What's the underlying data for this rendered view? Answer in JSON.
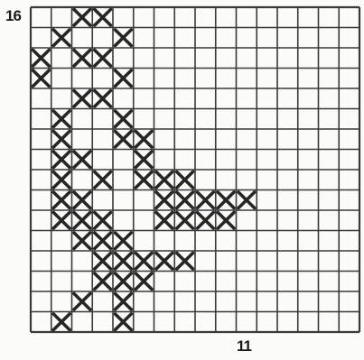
{
  "chart": {
    "row_count_label": "16",
    "column_count_label": "11",
    "columns": 16,
    "rows": 16,
    "stitch_color": "#262626",
    "grid_color": "#3a3a3a",
    "background_color": "#fbfbf8",
    "stitches": [
      [
        0,
        2
      ],
      [
        0,
        3
      ],
      [
        1,
        1
      ],
      [
        1,
        4
      ],
      [
        2,
        0
      ],
      [
        2,
        2
      ],
      [
        2,
        3
      ],
      [
        3,
        0
      ],
      [
        3,
        4
      ],
      [
        4,
        2
      ],
      [
        4,
        3
      ],
      [
        5,
        1
      ],
      [
        5,
        4
      ],
      [
        6,
        1
      ],
      [
        6,
        4
      ],
      [
        6,
        5
      ],
      [
        7,
        1
      ],
      [
        7,
        2
      ],
      [
        7,
        5
      ],
      [
        8,
        1
      ],
      [
        8,
        3
      ],
      [
        8,
        5
      ],
      [
        8,
        6
      ],
      [
        8,
        7
      ],
      [
        9,
        1
      ],
      [
        9,
        2
      ],
      [
        9,
        6
      ],
      [
        9,
        7
      ],
      [
        9,
        8
      ],
      [
        9,
        9
      ],
      [
        9,
        10
      ],
      [
        10,
        1
      ],
      [
        10,
        2
      ],
      [
        10,
        3
      ],
      [
        10,
        6
      ],
      [
        10,
        7
      ],
      [
        10,
        8
      ],
      [
        10,
        9
      ],
      [
        11,
        2
      ],
      [
        11,
        3
      ],
      [
        11,
        4
      ],
      [
        12,
        3
      ],
      [
        12,
        4
      ],
      [
        12,
        5
      ],
      [
        12,
        6
      ],
      [
        12,
        7
      ],
      [
        13,
        3
      ],
      [
        13,
        4
      ],
      [
        13,
        5
      ],
      [
        14,
        2
      ],
      [
        14,
        4
      ],
      [
        15,
        1
      ],
      [
        15,
        4
      ]
    ]
  }
}
